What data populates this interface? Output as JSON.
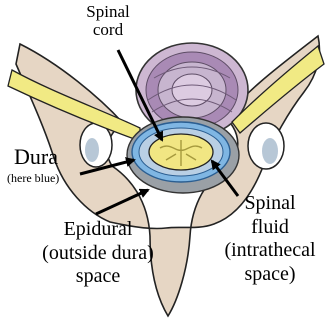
{
  "labels": {
    "spinal_cord": [
      "Spinal",
      "cord"
    ],
    "dura": "Dura",
    "dura_note": "(here blue)",
    "epidural": [
      "Epidural",
      "(outside dura)",
      "space"
    ],
    "spinal_fluid": [
      "Spinal",
      "fluid",
      "(intrathecal",
      "space)"
    ]
  },
  "colors": {
    "bone": "#e6d6c4",
    "disc_purple": "#a98ab5",
    "nerve_yellow": "#f1ea84",
    "dura_blue": "#7fb6e3",
    "epidural_gray": "#9aa0a6",
    "cord_yellow": "#f1e683",
    "foramen_blue": "#b9cfe4"
  }
}
